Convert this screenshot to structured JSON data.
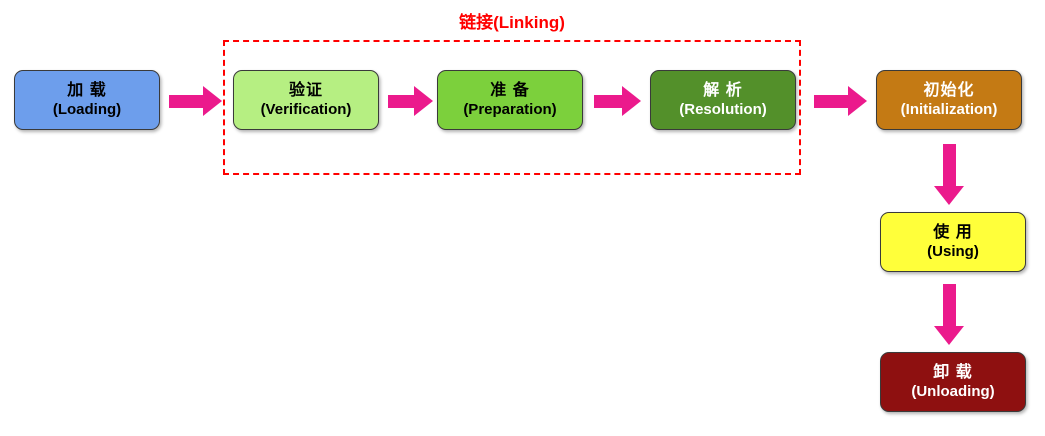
{
  "diagram": {
    "title": "JVM class lifecycle flow",
    "arrow_color": "#eb1a8c"
  },
  "linking_group": {
    "label": "链接(Linking)",
    "border_color": "#ff0000",
    "label_color": "#ff0000"
  },
  "nodes": {
    "loading": {
      "zh": "加 载",
      "en": "(Loading)",
      "fill": "#6d9eec",
      "text_color": "#000000"
    },
    "verification": {
      "zh": "验证",
      "en": "(Verification)",
      "fill": "#b6ef82",
      "text_color": "#000000"
    },
    "preparation": {
      "zh": "准 备",
      "en": "(Preparation)",
      "fill": "#7cd03c",
      "text_color": "#000000"
    },
    "resolution": {
      "zh": "解 析",
      "en": "(Resolution)",
      "fill": "#53902a",
      "text_color": "#ffffff"
    },
    "initialization": {
      "zh": "初始化",
      "en": "(Initialization)",
      "fill": "#c47a14",
      "text_color": "#ffffff"
    },
    "using": {
      "zh": "使 用",
      "en": "(Using)",
      "fill": "#ffff3a",
      "text_color": "#000000"
    },
    "unloading": {
      "zh": "卸 载",
      "en": "(Unloading)",
      "fill": "#8e1010",
      "text_color": "#ffffff"
    }
  },
  "flow_order": [
    "loading",
    "verification",
    "preparation",
    "resolution",
    "initialization",
    "using",
    "unloading"
  ]
}
